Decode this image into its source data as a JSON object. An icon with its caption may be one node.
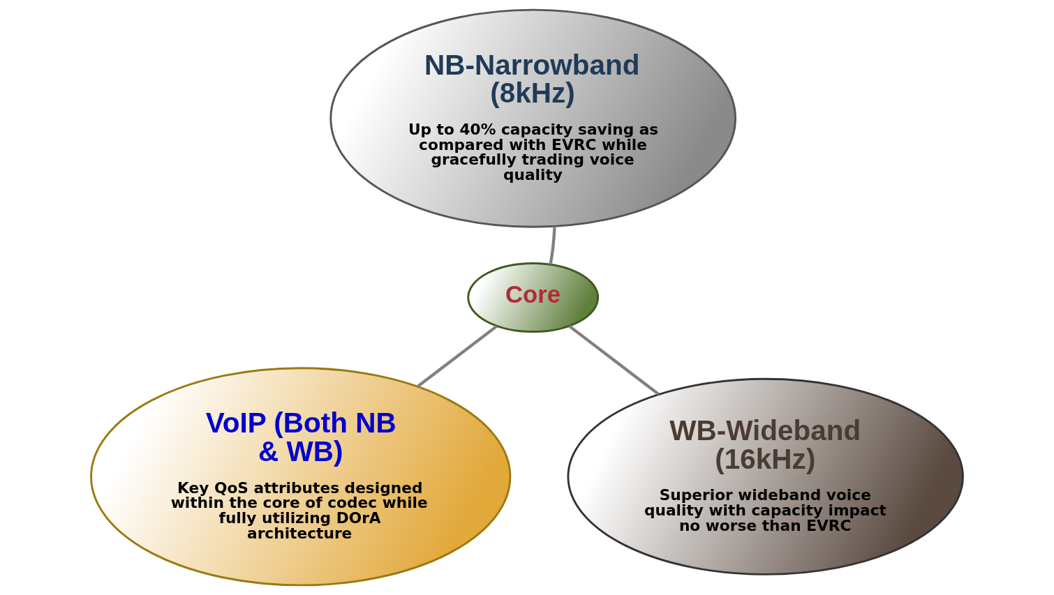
{
  "diagram": {
    "nodes": [
      {
        "text": [
          "NB-Narrowband (8kHz)",
          "Up to 40% capacity saving as compared with EVRC while gracefully trading voice quality"
        ]
      },
      {
        "text": [
          "Core"
        ]
      },
      {
        "text": [
          "VoIP (Both NB & WB)",
          "Key QoS attributes designed within the core of codec while fully utilizing DOrA architecture"
        ]
      },
      {
        "text": [
          "WB-Wideband (16kHz)",
          "Superior wideband voice quality with capacity impact no worse than EVRC"
        ]
      }
    ],
    "edges": [
      {
        "from": 1,
        "to": 0,
        "arrow": "none"
      },
      {
        "from": 1,
        "to": 2,
        "arrow": "none"
      },
      {
        "from": 1,
        "to": 3,
        "arrow": "none"
      }
    ]
  }
}
